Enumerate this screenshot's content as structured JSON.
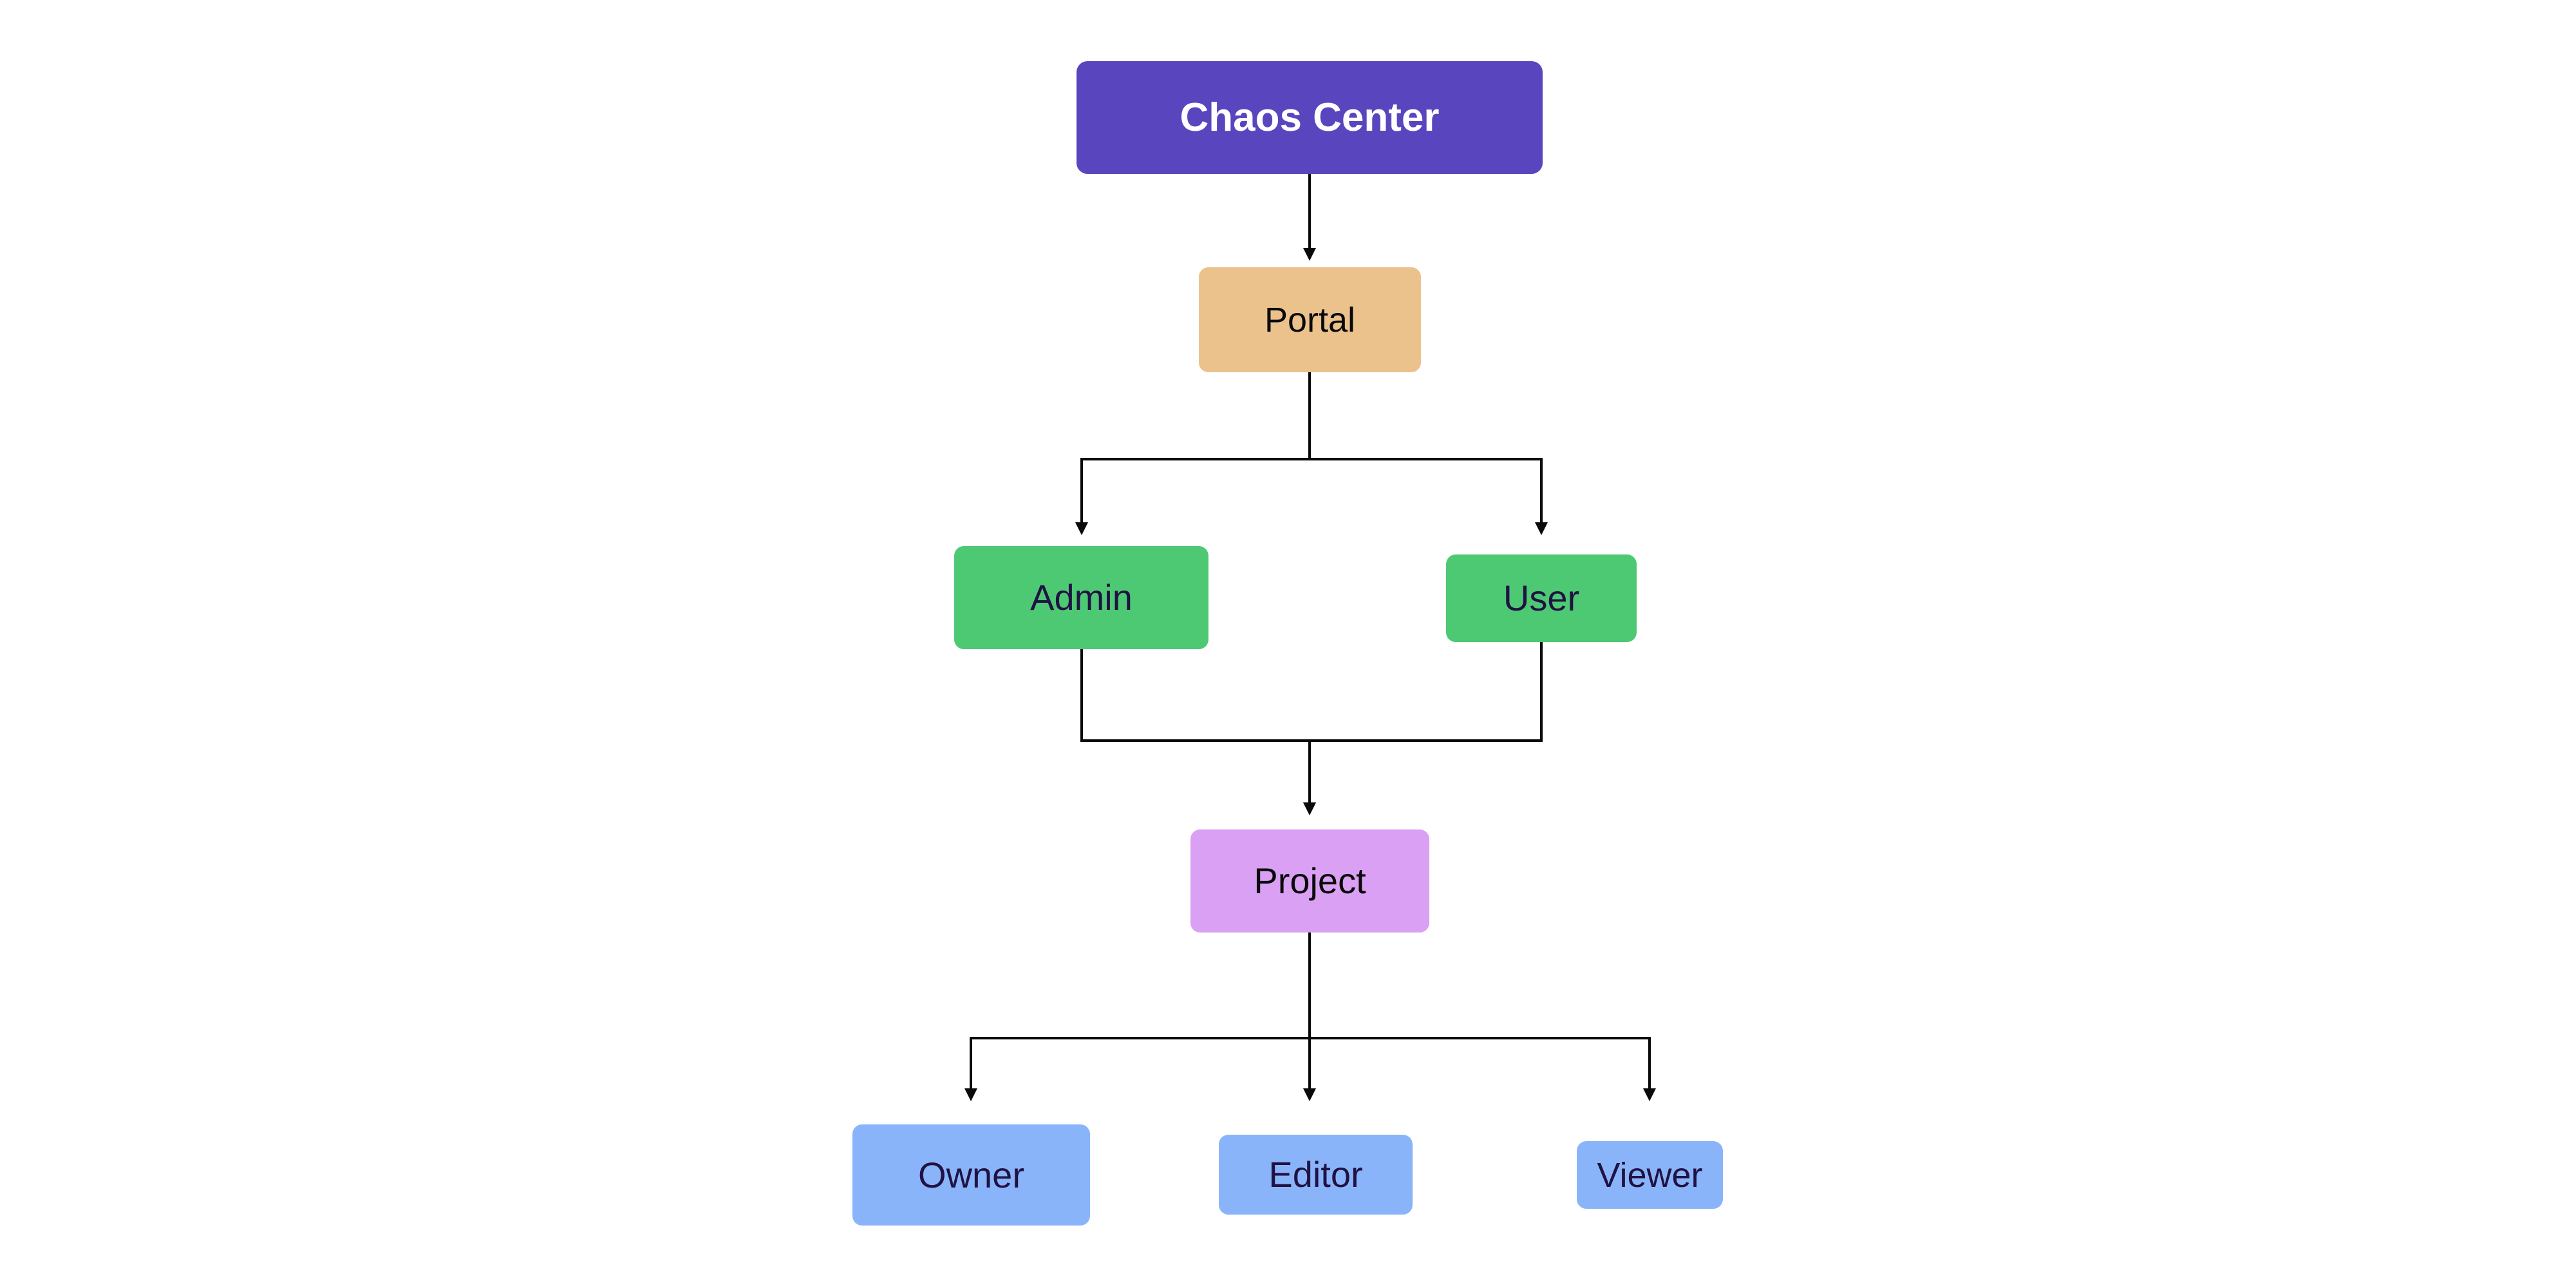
{
  "page": {
    "background": "#FFFFFF"
  },
  "diagram": {
    "type": "flowchart",
    "direction": "top-down",
    "line_color": "#0A0A0A",
    "nodes": [
      {
        "id": "chaos-center",
        "label": "Chaos Center",
        "fill": "#5946BF",
        "text_color": "#FFFFFF",
        "emphasis": "bold"
      },
      {
        "id": "portal",
        "label": "Portal",
        "fill": "#EBC28B",
        "text_color": "#0A0A0A",
        "emphasis": "regular"
      },
      {
        "id": "admin",
        "label": "Admin",
        "fill": "#4DC974",
        "text_color": "#201243",
        "emphasis": "regular"
      },
      {
        "id": "user",
        "label": "User",
        "fill": "#4DC974",
        "text_color": "#201243",
        "emphasis": "regular"
      },
      {
        "id": "project",
        "label": "Project",
        "fill": "#D9A0F3",
        "text_color": "#0A0A0A",
        "emphasis": "regular"
      },
      {
        "id": "owner",
        "label": "Owner",
        "fill": "#8AB4FA",
        "text_color": "#201243",
        "emphasis": "regular"
      },
      {
        "id": "editor",
        "label": "Editor",
        "fill": "#8AB4FA",
        "text_color": "#201243",
        "emphasis": "regular"
      },
      {
        "id": "viewer",
        "label": "Viewer",
        "fill": "#8AB4FA",
        "text_color": "#201243",
        "emphasis": "regular"
      }
    ],
    "edges": [
      {
        "from": "chaos-center",
        "to": "portal"
      },
      {
        "from": "portal",
        "to": "admin"
      },
      {
        "from": "portal",
        "to": "user"
      },
      {
        "from": "admin",
        "to": "project"
      },
      {
        "from": "user",
        "to": "project"
      },
      {
        "from": "project",
        "to": "owner"
      },
      {
        "from": "project",
        "to": "editor"
      },
      {
        "from": "project",
        "to": "viewer"
      }
    ]
  }
}
